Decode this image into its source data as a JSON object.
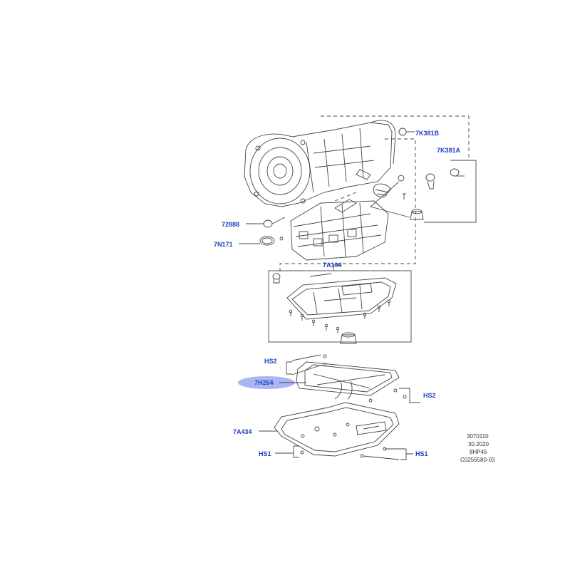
{
  "callouts": {
    "c1": "7K381B",
    "c2": "7K381A",
    "c3": "72888",
    "c4": "7N171",
    "c5": "7A194",
    "c6": "HS2",
    "c7": "7H264",
    "c8": "HS2",
    "c9": "7A434",
    "c10": "HS1",
    "c11": "HS1"
  },
  "meta": {
    "line1": "3070110",
    "line2": "30.2020",
    "line3": "8HP45",
    "line4": "C0256580-03"
  },
  "colors": {
    "callout": "#1f3fbf",
    "highlight": "#8f9cf0",
    "line": "#444444"
  }
}
